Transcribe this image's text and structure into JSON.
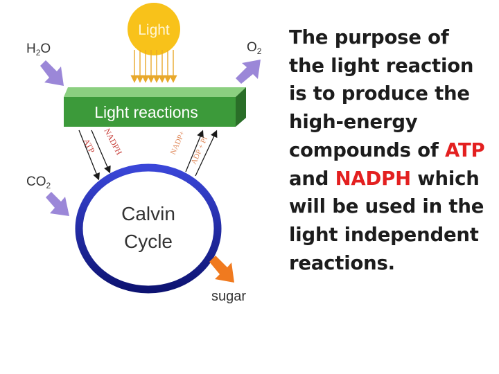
{
  "diagram": {
    "sun_label": "Light",
    "band_label": "Light reactions",
    "cycle_label_line1": "Calvin",
    "cycle_label_line2": "Cycle",
    "input_water_main": "H",
    "input_water_sub": "2",
    "input_water_end": "O",
    "output_oxygen_main": "O",
    "output_oxygen_sub": "2",
    "input_co2_main": "CO",
    "input_co2_sub": "2",
    "output_sugar": "sugar",
    "arrow_label_atp": "ATP",
    "arrow_label_nadph": "NADPH",
    "arrow_label_nadp": "NADP+",
    "arrow_label_adp": "ADP + Pi",
    "colors": {
      "sun": "#f8c21a",
      "band_face": "#3c9a3a",
      "band_top": "#8bcf80",
      "band_side": "#2a6e28",
      "cycle_ring": "#1a1f9e",
      "input_arrow": "#9b87d8",
      "sugar_arrow": "#f07a1f",
      "atp_text": "#c8413c"
    }
  },
  "explanation": {
    "line1": "The purpose of",
    "line2": "the light reaction",
    "line3": "is to produce the",
    "line4": "high-energy",
    "line5_pre": "compounds of ",
    "line5_hl": "ATP",
    "line6_pre": "and ",
    "line6_hl": "NADPH",
    "line6_post": " which",
    "line7": "will be used in the",
    "line8": "light independent",
    "line9": "reactions."
  }
}
